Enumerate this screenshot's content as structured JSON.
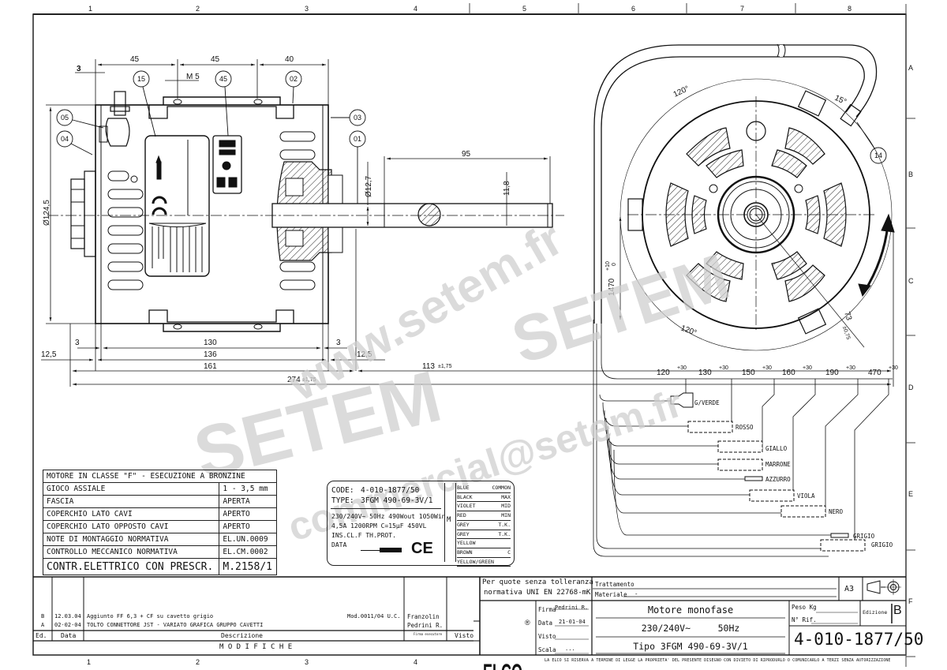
{
  "drawing": {
    "title": "Motore monofase",
    "voltage_line": "230/240V~     50Hz",
    "type_line": "Tipo 3FGM 490-69-3V/1",
    "drawing_number": "4-010-1877/50",
    "sheet_size": "A3",
    "edition_label": "Edizione",
    "edition": "B",
    "brand": "ELCO",
    "brand_mark": "®",
    "disclaimer": "LA ELCO SI RISERVA A TERMINE DI LEGGE LA PROPRIETA' DEL PRESENTE DISEGNO CON DIVIETO DI RIPRODURLO O COMUNICARLO A TERZI SENZA AUTORIZZAZIONE"
  },
  "grid": {
    "columns": [
      "1",
      "2",
      "3",
      "4",
      "5",
      "6",
      "7",
      "8"
    ],
    "rows": [
      "A",
      "B",
      "C",
      "D",
      "E",
      "F"
    ]
  },
  "title_block": {
    "tolerance_note_1": "Per quote senza tolleranza",
    "tolerance_note_2": "normativa UNI EN 22768-mK",
    "trattamento_label": "Trattamento",
    "trattamento_value": "",
    "materiale_label": "Materiale",
    "materiale_value": "-",
    "firma_label": "Firma",
    "firma_value": "Pedrini R.",
    "data_label": "Data",
    "data_value": "21-01-04",
    "visto_label": "Visto",
    "visto_value": "",
    "scala_label": "Scala",
    "scala_value": "...",
    "peso_label": "Peso Kg",
    "peso_value": "",
    "nrif_label": "N° Rif.",
    "nrif_value": ""
  },
  "modifications": {
    "header": {
      "ed": "Ed.",
      "data": "Data",
      "descrizione": "Descrizione",
      "firma": "Firma esecutore",
      "visto": "Visto"
    },
    "title": "M O D I F I C H E",
    "rows": [
      {
        "ed": "B",
        "data": "12.03.04",
        "descrizione": "Aggiunto FF 6,3 + CF su cavetto grigio",
        "ref": "Mod.0011/04 U.C.",
        "firma": "Franzolin"
      },
      {
        "ed": "A",
        "data": "02-02-04",
        "descrizione": "TOLTO CONNETTORE JST - VARIATO GRAFICA GRUPPO CAVETTI",
        "ref": "",
        "firma": "Pedrini R."
      }
    ]
  },
  "spec_table": {
    "title": "MOTORE IN CLASSE \"F\" - ESECUZIONE A BRONZINE",
    "rows": [
      {
        "label": "GIOCO ASSIALE",
        "value": "1 - 3,5 mm"
      },
      {
        "label": "FASCIA",
        "value": "APERTA"
      },
      {
        "label": "COPERCHIO LATO CAVI",
        "value": "APERTO"
      },
      {
        "label": "COPERCHIO LATO OPPOSTO CAVI",
        "value": "APERTO"
      },
      {
        "label": "NOTE DI MONTAGGIO NORMATIVA",
        "value": "EL.UN.0009"
      },
      {
        "label": "CONTROLLO MECCANICO NORMATIVA",
        "value": "EL.CM.0002"
      }
    ],
    "footer_label": "CONTR.ELETTRICO CON PRESCR.",
    "footer_value": "M.2158/1"
  },
  "nameplate": {
    "code_label": "CODE:",
    "code": "4-010-1877/50",
    "type_label": "TYPE:",
    "type": "3FGM 490-69-3V/1",
    "line1": "230/240V~ 50Hz  490Wout 1050Win",
    "line2": "4,5A  1200RPM  C=15µF  450VL",
    "line3": "INS.CL.F   TH.PROT.",
    "line4": "DATA",
    "ce": "CE",
    "motor_symbol": "M",
    "wires": [
      {
        "color": "BLUE",
        "fn": "COMMON"
      },
      {
        "color": "BLACK",
        "fn": "MAX"
      },
      {
        "color": "VIOLET",
        "fn": "MID"
      },
      {
        "color": "RED",
        "fn": "MIN"
      },
      {
        "color": "GREY",
        "fn": "T.K."
      },
      {
        "color": "GREY",
        "fn": "T.K."
      },
      {
        "color": "YELLOW",
        "fn": ""
      },
      {
        "color": "BROWN",
        "fn": "C"
      },
      {
        "color": "YELLOW/GREEN",
        "fn": ""
      }
    ]
  },
  "dimensions": {
    "top": [
      "45",
      "45",
      "40"
    ],
    "m5": "M 5",
    "left_offset": "3",
    "diameter_body": "Ø124,5",
    "shaft_diameter": "Ø12,7",
    "shaft_flat": "11,8",
    "shaft_length": "95",
    "bottom_130": "130",
    "bottom_3a": "3",
    "bottom_3b": "3",
    "bottom_136": "136",
    "bottom_125a": "12,5",
    "bottom_125b": "12,5",
    "bottom_161": "161",
    "bottom_113": "113",
    "bottom_113_tol": "±1,75",
    "bottom_274": "274",
    "bottom_274_tol": "±1,75",
    "angle_top": "120°",
    "angle_bottom": "120°",
    "angle_15": "15°",
    "radius_73": "73",
    "radius_73_tol": "±0,75",
    "cable_length": "1470",
    "cable_length_tol_up": "+10",
    "cable_length_tol_low": "0"
  },
  "balloons": [
    "15",
    "45",
    "02",
    "05",
    "04",
    "03",
    "01",
    "14"
  ],
  "wire_lengths": [
    {
      "value": "120",
      "tol_up": "+30",
      "tol_low": "0"
    },
    {
      "value": "130",
      "tol_up": "+30",
      "tol_low": "0"
    },
    {
      "value": "150",
      "tol_up": "+30",
      "tol_low": "0"
    },
    {
      "value": "160",
      "tol_up": "+30",
      "tol_low": "0"
    },
    {
      "value": "190",
      "tol_up": "+30",
      "tol_low": "0"
    },
    {
      "value": "470",
      "tol_up": "+30",
      "tol_low": "0"
    }
  ],
  "wire_labels": [
    "G/VERDE",
    "ROSSO",
    "GIALLO",
    "MARRONE",
    "AZZURRO",
    "VIOLA",
    "NERO",
    "GRIGIO",
    "GRIGIO"
  ],
  "watermark": {
    "line1": "www.setem.fr",
    "line2": "SETEM",
    "line3": "SETEM",
    "line4": "commercial@setem.fr"
  }
}
